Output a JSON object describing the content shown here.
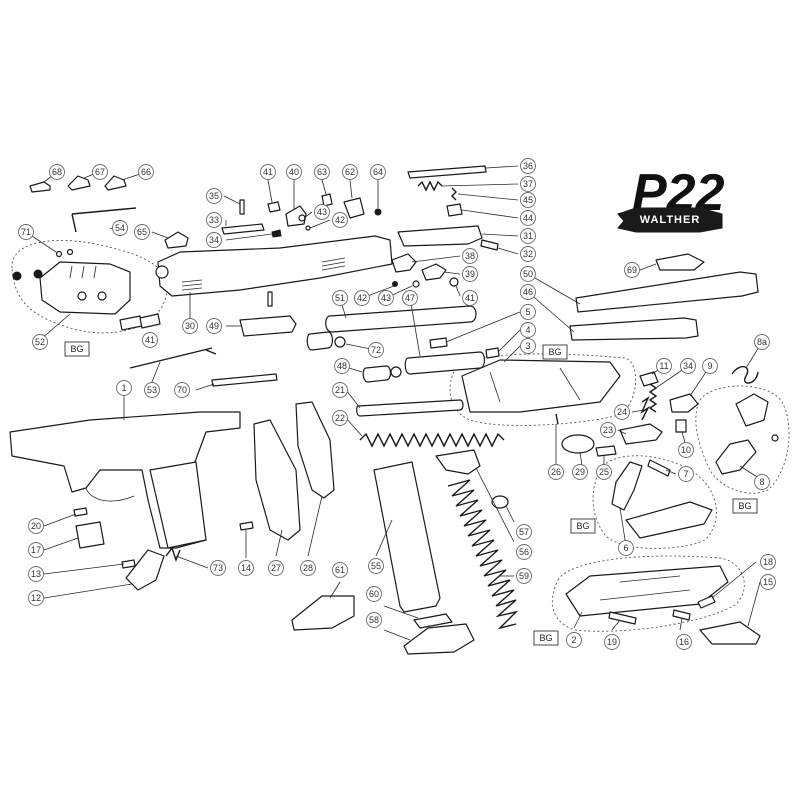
{
  "logo": {
    "main_text": "P22",
    "sub_text": "WALTHER"
  },
  "callouts": [
    "1",
    "2",
    "3",
    "4",
    "5",
    "6",
    "7",
    "8",
    "8a",
    "9",
    "10",
    "11",
    "12",
    "13",
    "14",
    "15",
    "16",
    "17",
    "18",
    "19",
    "20",
    "21",
    "22",
    "23",
    "24",
    "25",
    "26",
    "27",
    "28",
    "29",
    "30",
    "31",
    "32",
    "33",
    "34",
    "34",
    "35",
    "36",
    "37",
    "38",
    "39",
    "40",
    "41",
    "41",
    "41",
    "42",
    "42",
    "43",
    "43",
    "44",
    "45",
    "46",
    "47",
    "48",
    "49",
    "50",
    "51",
    "52",
    "53",
    "54",
    "55",
    "56",
    "57",
    "58",
    "59",
    "60",
    "61",
    "62",
    "63",
    "64",
    "65",
    "66",
    "67",
    "68",
    "69",
    "70",
    "71",
    "72",
    "73"
  ],
  "group_labels": [
    "BG",
    "BG",
    "BG",
    "BG",
    "BG"
  ]
}
